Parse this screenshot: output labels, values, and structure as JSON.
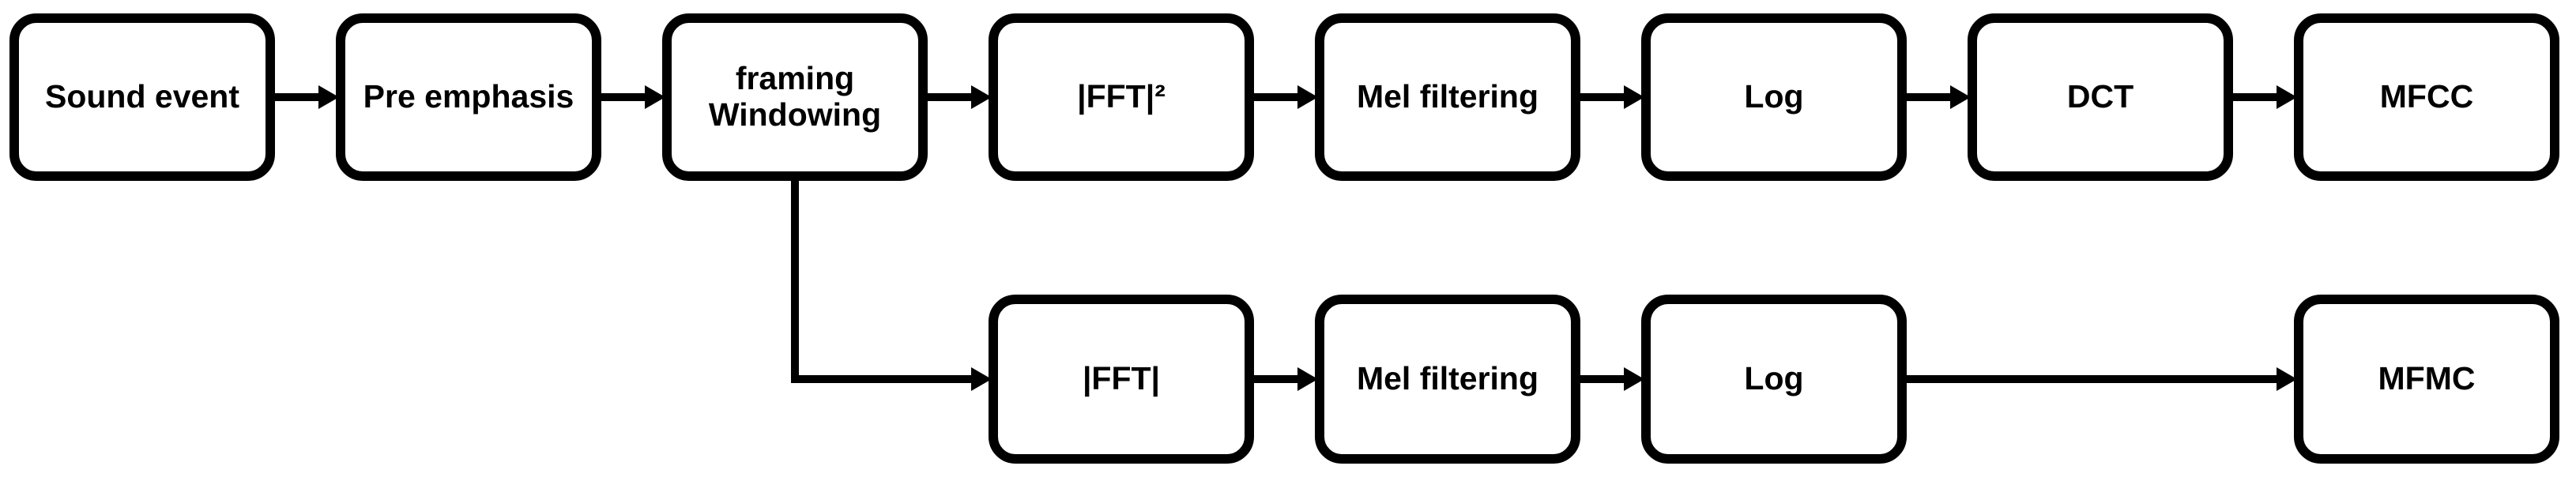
{
  "colors": {
    "stroke": "#000000",
    "node_fill": "#ffffff",
    "background": "#ffffff",
    "text": "#000000"
  },
  "nodes": [
    {
      "id": "sound-event",
      "label": "Sound event"
    },
    {
      "id": "pre-emphasis",
      "label": "Pre emphasis"
    },
    {
      "id": "framing-windowing",
      "label": "framing\nWindowing"
    },
    {
      "id": "fft-squared",
      "label": "|FFT|²"
    },
    {
      "id": "mel-filtering-top",
      "label": "Mel filtering"
    },
    {
      "id": "log-top",
      "label": "Log"
    },
    {
      "id": "dct",
      "label": "DCT"
    },
    {
      "id": "mfcc",
      "label": "MFCC"
    },
    {
      "id": "fft",
      "label": "|FFT|"
    },
    {
      "id": "mel-filtering-bottom",
      "label": "Mel filtering"
    },
    {
      "id": "log-bottom",
      "label": "Log"
    },
    {
      "id": "mfmc",
      "label": "MFMC"
    }
  ],
  "edges": [
    {
      "from": "sound-event",
      "to": "pre-emphasis"
    },
    {
      "from": "pre-emphasis",
      "to": "framing-windowing"
    },
    {
      "from": "framing-windowing",
      "to": "fft-squared"
    },
    {
      "from": "fft-squared",
      "to": "mel-filtering-top"
    },
    {
      "from": "mel-filtering-top",
      "to": "log-top"
    },
    {
      "from": "log-top",
      "to": "dct"
    },
    {
      "from": "dct",
      "to": "mfcc"
    },
    {
      "from": "framing-windowing",
      "to": "fft"
    },
    {
      "from": "fft",
      "to": "mel-filtering-bottom"
    },
    {
      "from": "mel-filtering-bottom",
      "to": "log-bottom"
    },
    {
      "from": "log-bottom",
      "to": "mfmc"
    }
  ]
}
